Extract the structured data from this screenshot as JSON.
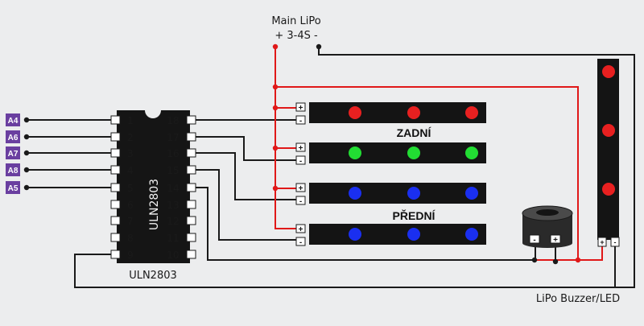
{
  "main_supply": {
    "title": "Main LiPo",
    "polarity": "+ 3-4S -"
  },
  "inputs": [
    "A4",
    "A6",
    "A7",
    "A8",
    "A5"
  ],
  "chip": {
    "body_text": "ULN2803",
    "caption": "ULN2803",
    "left_pins": [
      "1",
      "2",
      "3",
      "4",
      "5",
      "6",
      "7",
      "8",
      "9"
    ],
    "right_pins": [
      "18",
      "17",
      "16",
      "15",
      "14",
      "13",
      "12",
      "11",
      "10"
    ]
  },
  "strip_headers": {
    "rear": "ZADNÍ",
    "front": "PŘEDNÍ"
  },
  "strips": [
    {
      "led_color": "#e82020"
    },
    {
      "led_color": "#22dd33"
    },
    {
      "led_color": "#1a2ff0"
    },
    {
      "led_color": "#1a2ff0"
    }
  ],
  "vertical_strip": {
    "led_color": "#e82020"
  },
  "buzzer_caption": "LiPo Buzzer/LED",
  "symbols": {
    "plus": "+",
    "minus": "-"
  },
  "colors": {
    "wire": "#1a1a1a",
    "positive_wire": "#e01818",
    "input_badge": "#6a3fa0",
    "strip_body": "#141414"
  }
}
